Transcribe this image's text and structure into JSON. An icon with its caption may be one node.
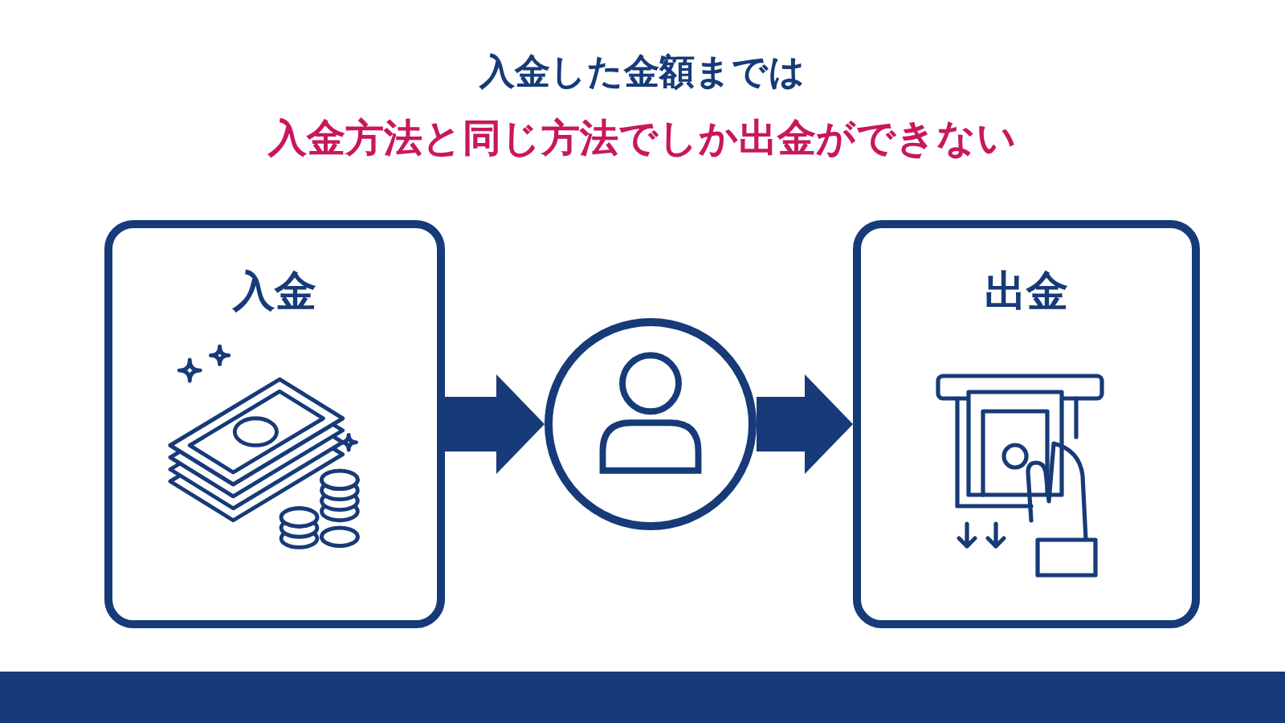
{
  "diagram": {
    "title": "入金した金額までは",
    "nodes": [
      {
        "text": [
          "入金"
        ]
      },
      {
        "text": [],
        "shape": "circle"
      },
      {
        "text": [
          "出金"
        ]
      }
    ],
    "edges": [
      {
        "from": 0,
        "to": 1,
        "arrow": "to"
      },
      {
        "from": 1,
        "to": 2,
        "arrow": "to"
      }
    ],
    "labels": [
      "入金方法と同じ方法でしか出金ができない"
    ]
  }
}
